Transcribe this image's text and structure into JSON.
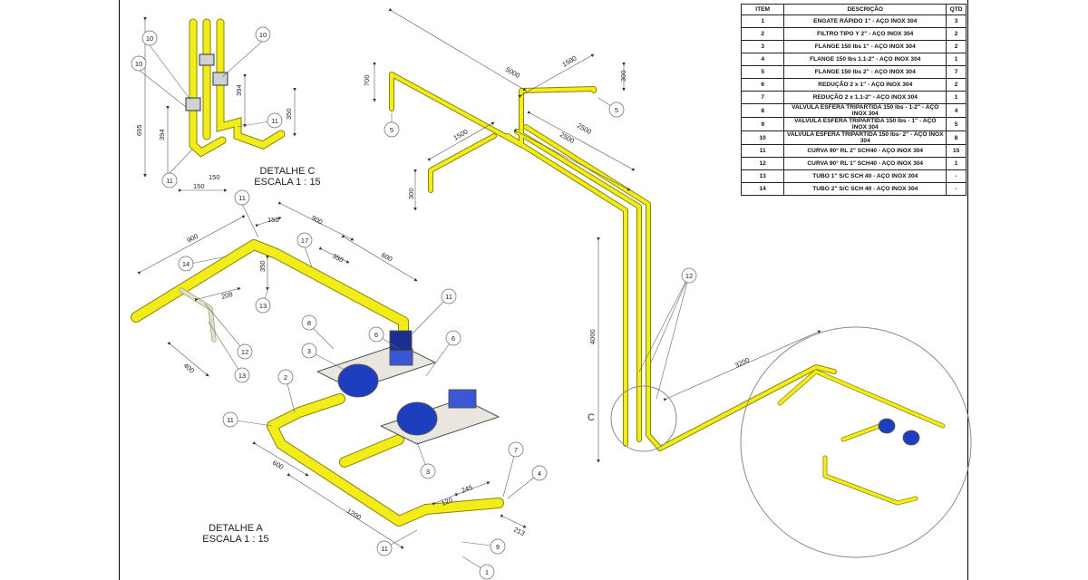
{
  "bom": {
    "headers": [
      "ITEM",
      "DESCRIÇÃO",
      "QTD"
    ],
    "rows": [
      [
        "1",
        "ENGATE RÁPIDO 1\" - AÇO INOX 304",
        "3"
      ],
      [
        "2",
        "FILTRO TIPO Y 2\" - AÇO INOX 304",
        "2"
      ],
      [
        "3",
        "FLANGE 150 lbs 1\" - AÇO INOX 304",
        "2"
      ],
      [
        "4",
        "FLANGE 150 lbs 1.1-2\" - AÇO INOX 304",
        "1"
      ],
      [
        "5",
        "FLANGE 150 lbs 2\" - AÇO INOX 304",
        "7"
      ],
      [
        "6",
        "REDUÇÃO 2 x 1\" - AÇO INOX 304",
        "2"
      ],
      [
        "7",
        "REDUÇÃO 2 x 1.1-2\" - AÇO INOX 304",
        "1"
      ],
      [
        "8",
        "VALVULA ESFERA TRIPARTIDA 150 lbs - 1-2\" - AÇO INOX 304",
        "4"
      ],
      [
        "9",
        "VALVULA ESFERA TRIPARTIDA 150 lbs - 1\" - AÇO INOX 304",
        "5"
      ],
      [
        "10",
        "VALVULA ESFERA TRIPARTIDA 150 lbs- 2\" - AÇO INOX 304",
        "8"
      ],
      [
        "11",
        "CURVA 90° RL 2\" SCH40 - AÇO INOX 304",
        "15"
      ],
      [
        "12",
        "CURVA 90° RL 1\" SCH40 - AÇO INOX 304",
        "1"
      ],
      [
        "13",
        "TUBO 1\" S/C SCH 40 - AÇO INOX 304",
        "-"
      ],
      [
        "14",
        "TUBO 2\" S/C SCH 40 - AÇO INOX 304",
        "-"
      ]
    ]
  },
  "detail_c": {
    "title": "DETALHE C",
    "scale": "ESCALA 1 : 15"
  },
  "detail_a": {
    "title": "DETALHE A",
    "scale": "ESCALA 1 : 15"
  },
  "detail_marker": "C",
  "colors": {
    "pipe": "#f2ec1a",
    "pipe_edge": "#8a8400",
    "motor": "#1d3fbf",
    "base": "#e9e6df",
    "line": "#333333"
  },
  "dimensions": {
    "d5000": "5000",
    "d1500a": "1500",
    "d700": "700",
    "d300a": "300",
    "d2500a": "2500",
    "d2500b": "2500",
    "d1500b": "1500",
    "d300b": "300",
    "d4000": "4000",
    "d3200": "3200",
    "d695": "695",
    "d394a": "394",
    "d394b": "394",
    "d350c": "350",
    "d150a": "150",
    "d150b": "150",
    "d900a": "900",
    "d150c": "150",
    "d900b": "900",
    "d350a": "350",
    "d600a": "600",
    "d350b": "350",
    "d208": "208",
    "d400": "400",
    "d600b": "600",
    "d1200": "1200",
    "d120": "120",
    "d245": "245",
    "d213": "213"
  },
  "balloons": {
    "b10a": "10",
    "b10b": "10",
    "b10c": "10",
    "b11a": "11",
    "b11b": "11",
    "b5a": "5",
    "b5b": "5",
    "b12a": "12",
    "b11c": "11",
    "b17": "17",
    "b14": "14",
    "b13a": "13",
    "b12b": "12",
    "b13b": "13",
    "b11d": "11",
    "b8": "8",
    "b3a": "3",
    "b6a": "6",
    "b6b": "6",
    "b2": "2",
    "b11e": "11",
    "b3b": "3",
    "b7": "7",
    "b4": "4",
    "b11f": "11",
    "b9": "9",
    "b1": "1"
  }
}
